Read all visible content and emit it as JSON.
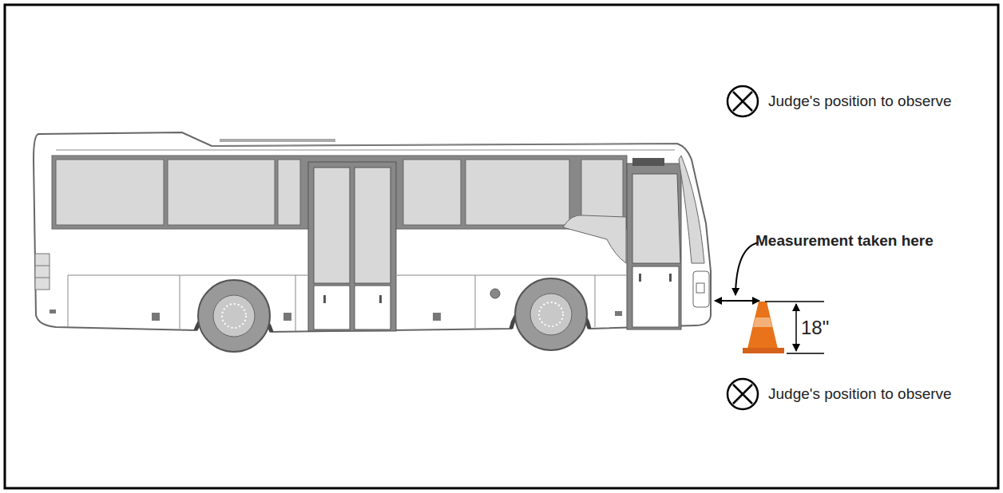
{
  "diagram": {
    "labels": [
      "Judge's position to observe",
      "Measurement taken here",
      "18\"",
      "Judge's position to observe"
    ]
  }
}
